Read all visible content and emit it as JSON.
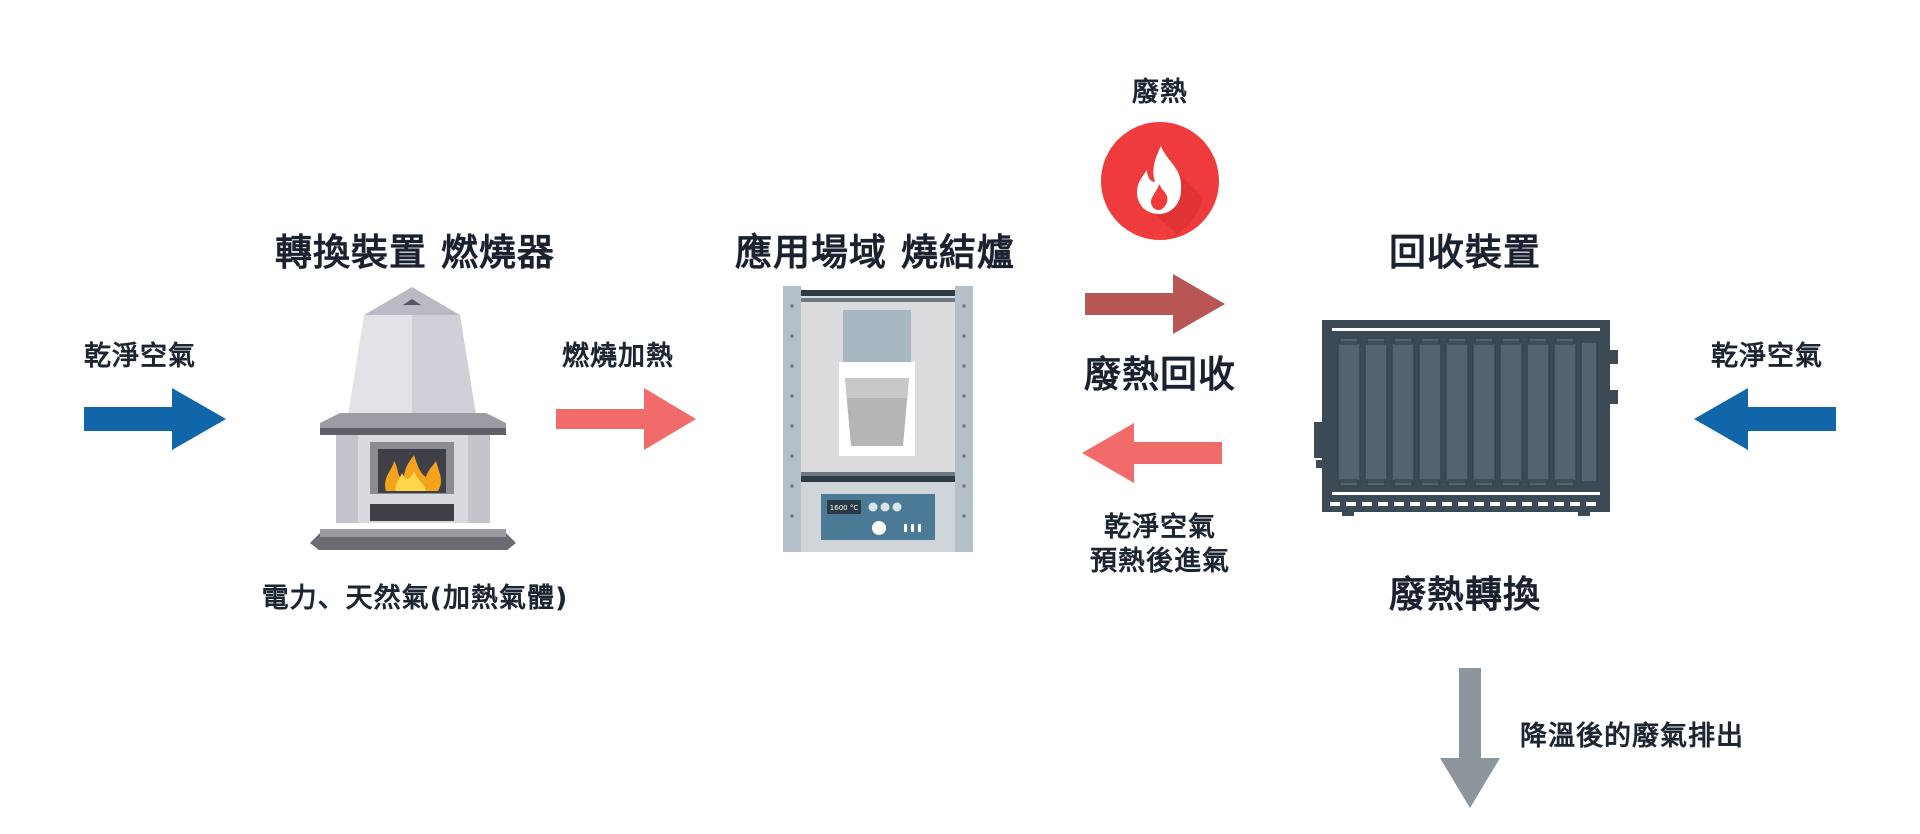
{
  "labels": {
    "clean_air_left": "乾淨空氣",
    "clean_air_right": "乾淨空氣",
    "burner_title": "轉換裝置 燃燒器",
    "burner_fuel": "電力、天然氣(加熱氣體)",
    "combustion_heating": "燃燒加熱",
    "furnace_title": "應用場域 燒結爐",
    "furnace_display": "1600 °C",
    "waste_heat_top": "廢熱",
    "waste_heat_recovery": "廢熱回收",
    "preheated_air_line1": "乾淨空氣",
    "preheated_air_line2": "預熱後進氣",
    "recovery_device_title": "回收裝置",
    "waste_heat_conversion": "廢熱轉換",
    "exhaust_out": "降溫後的廢氣排出"
  },
  "icons": {
    "flame": "flame-icon",
    "burner": "burner-icon",
    "furnace": "furnace-icon",
    "heat_exchanger": "heat-exchanger-icon"
  },
  "colors": {
    "clean_air_arrow": "#1066a8",
    "heating_arrow": "#f26b6b",
    "recovery_arrow": "#b85656",
    "exhaust_arrow": "#8c969c",
    "flame_badge": "#ef3b3b"
  }
}
